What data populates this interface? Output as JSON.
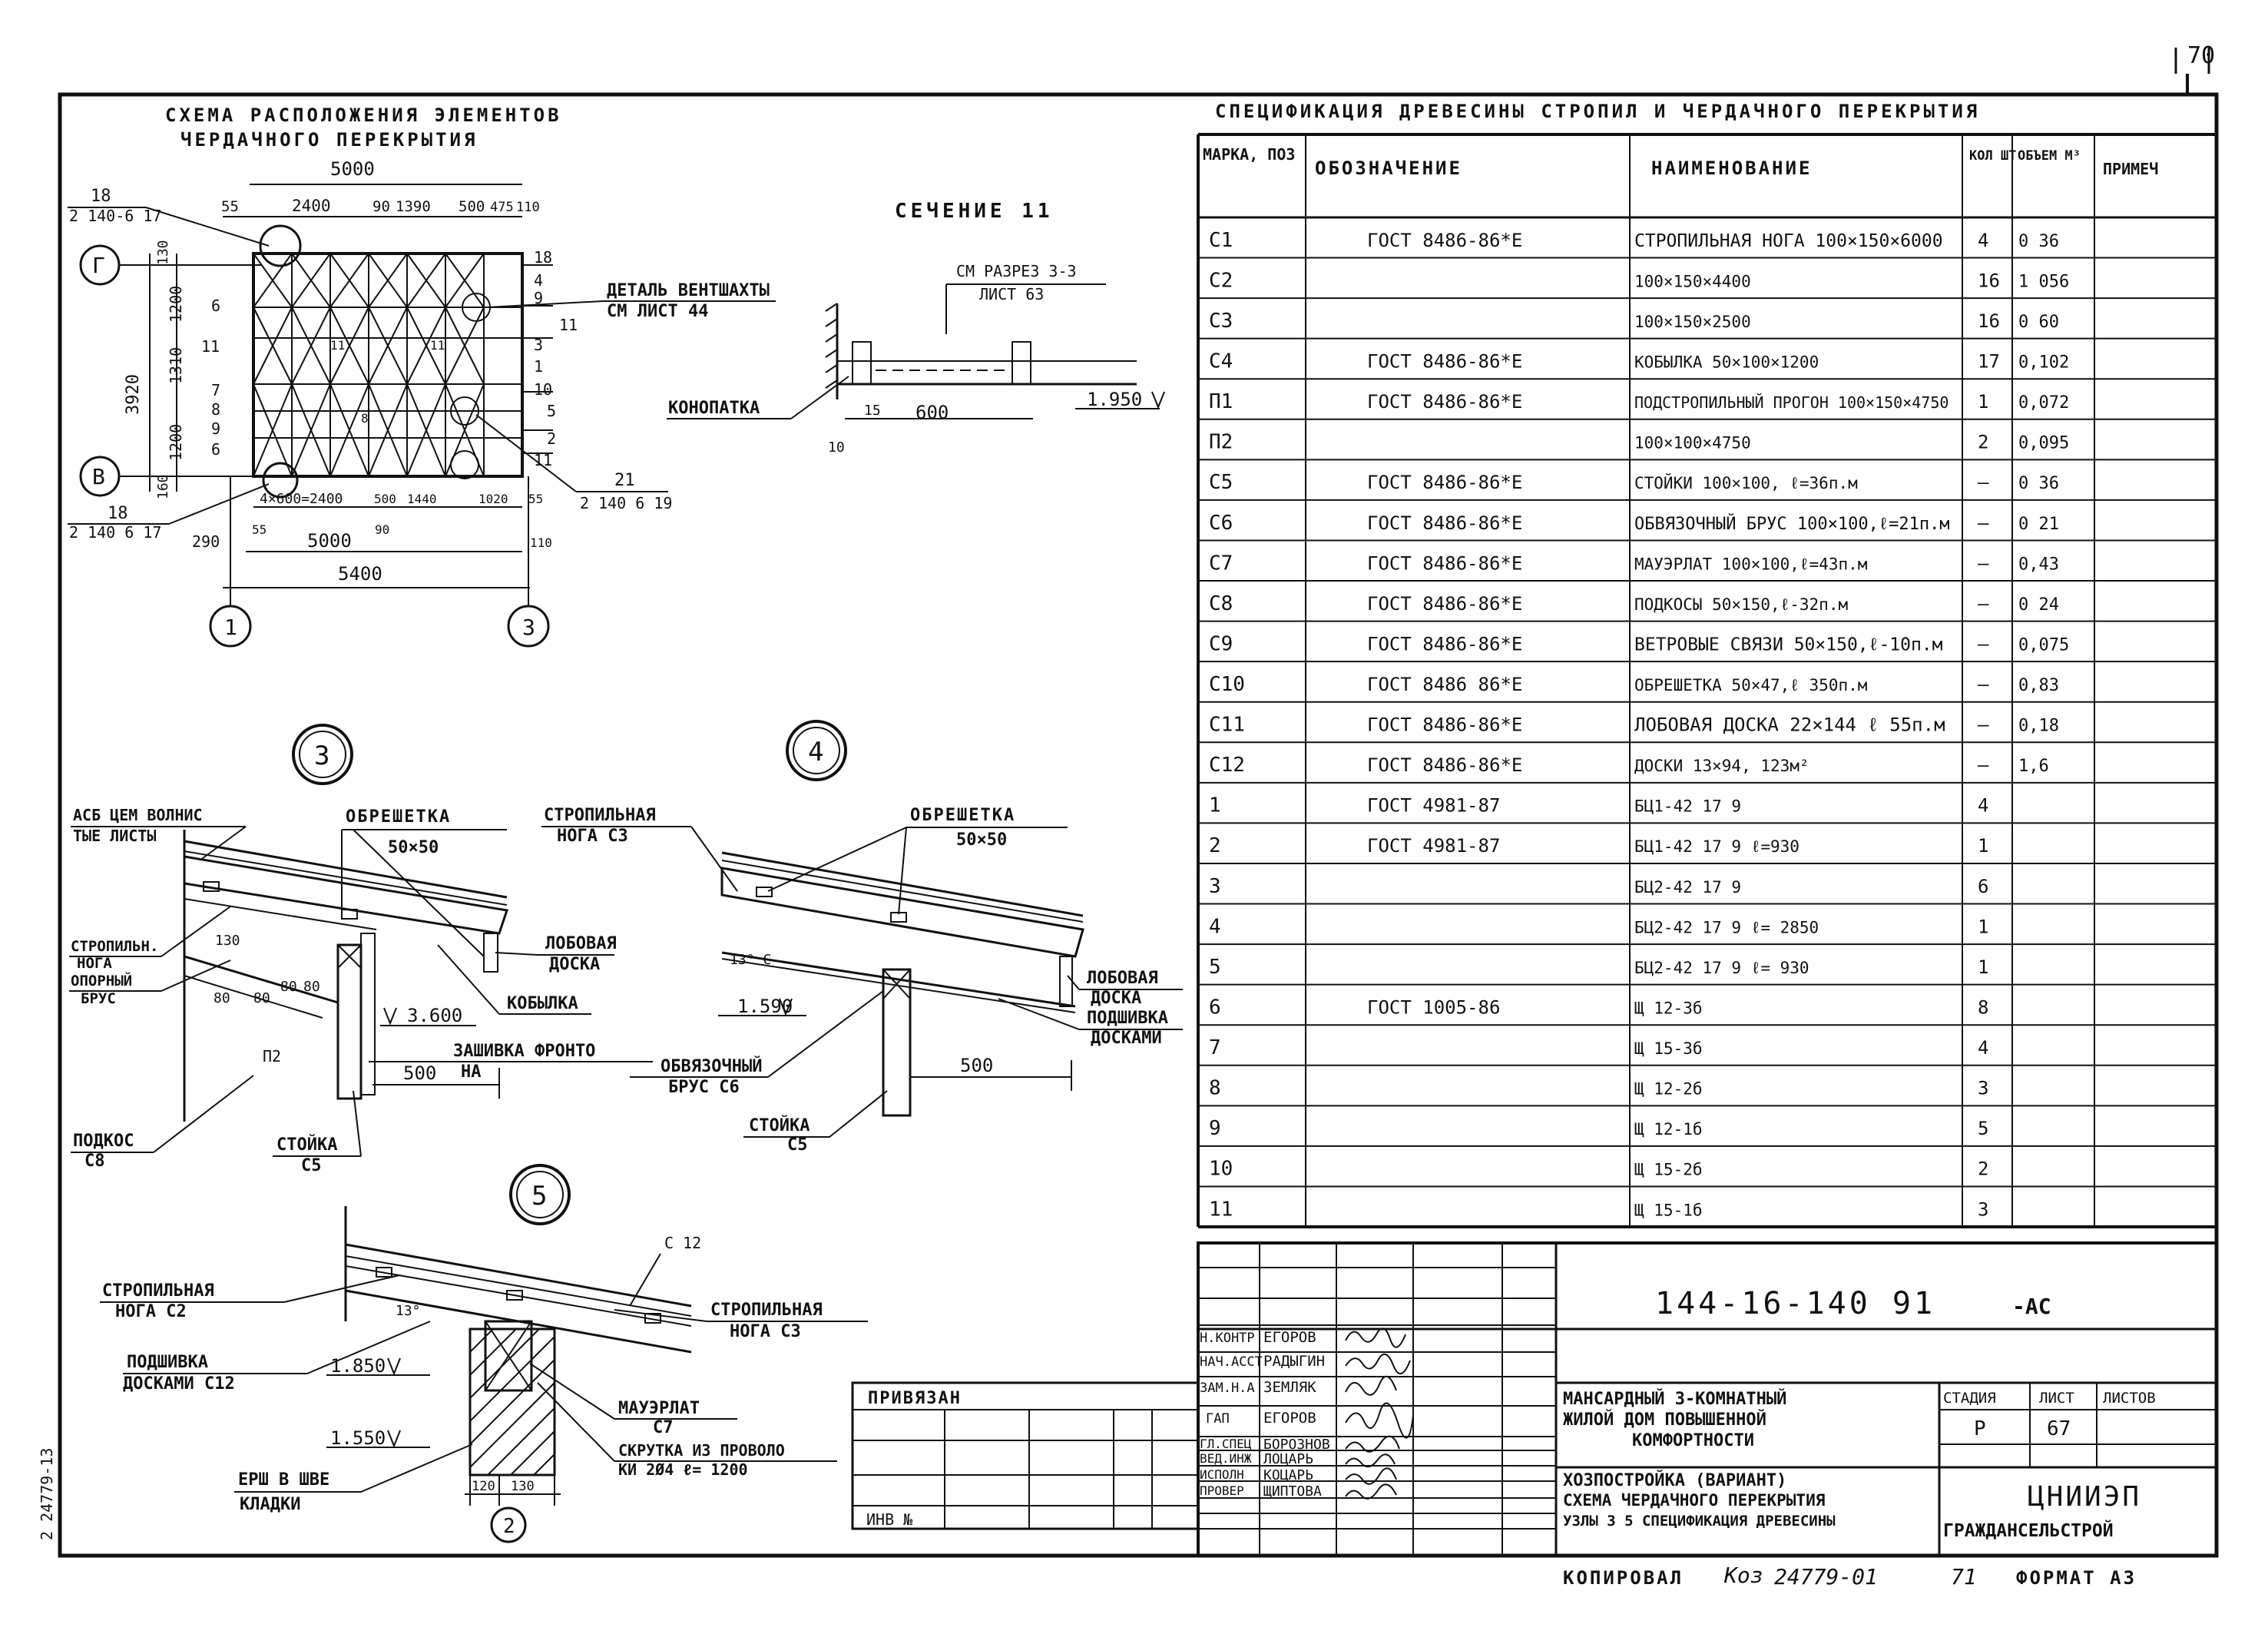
{
  "sheet_no": "70",
  "plan": {
    "title_line1": "СХЕМА РАСПОЛОЖЕНИЯ ЭЛЕМЕНТОВ",
    "title_line2": "ЧЕРДАЧНОГО ПЕРЕКРЫТИЯ",
    "dim_top": "5000",
    "dims_top_row": [
      "55",
      "2400",
      "90",
      "1390",
      "500",
      "475",
      "110"
    ],
    "dim_left_total": "3920",
    "dims_left": [
      "130",
      "1200",
      "1310",
      "1200",
      "160"
    ],
    "dims_bottom_row": [
      "4×600=2400",
      "500",
      "1440",
      "1020",
      "55"
    ],
    "dim_bottom_5000": "5000",
    "dim_bottom_5400": "5400",
    "dims_bottom_small": [
      "290",
      "55",
      "90",
      "110"
    ],
    "axis_G": "Г",
    "axis_V": "В",
    "axis_1": "1",
    "axis_3": "3",
    "callout_18_top": "18",
    "callout_18_top_ref": "2 140-6 17",
    "callout_18_bot": "18",
    "callout_18_bot_ref": "2 140 6 17",
    "callout_21": "21",
    "callout_21_ref": "2 140 6 19",
    "vent_detail_1": "ДЕТАЛЬ ВЕНТШАХТЫ",
    "vent_detail_2": "СМ ЛИСТ 44",
    "right_marks": [
      "18",
      "4",
      "9",
      "11",
      "3",
      "1",
      "10",
      "5",
      "2",
      "11"
    ],
    "left_marks": [
      "6",
      "11",
      "7",
      "8",
      "9",
      "6"
    ],
    "plan_marks_inner": [
      "11",
      "11",
      "8"
    ]
  },
  "section11": {
    "title": "СЕЧЕНИЕ 11",
    "ref1": "СМ РАЗРЕЗ 3-3",
    "ref2": "ЛИСТ 63",
    "label_konopatka": "КОНОПАТКА",
    "dim_15": "15",
    "dim_600": "600",
    "dim_10": "10",
    "level": "1.950"
  },
  "spec": {
    "title": "СПЕЦИФИКАЦИЯ ДРЕВЕСИНЫ СТРОПИЛ И ЧЕРДАЧНОГО ПЕРЕКРЫТИЯ",
    "headers": [
      "МАРКА, ПОЗ",
      "ОБОЗНАЧЕНИЕ",
      "НАИМЕНОВАНИЕ",
      "КОЛ ШТ",
      "ОБЪЕМ М³",
      "ПРИМЕЧ"
    ],
    "rows": [
      [
        "С1",
        "ГОСТ 8486-86*Е",
        "СТРОПИЛЬНАЯ НОГА 100×150×6000",
        "4",
        "0 36",
        ""
      ],
      [
        "С2",
        "",
        "100×150×4400",
        "16",
        "1 056",
        ""
      ],
      [
        "С3",
        "",
        "100×150×2500",
        "16",
        "0 60",
        ""
      ],
      [
        "С4",
        "ГОСТ 8486-86*Е",
        "КОБЫЛКА 50×100×1200",
        "17",
        "0,102",
        ""
      ],
      [
        "П1",
        "ГОСТ 8486-86*Е",
        "ПОДСТРОПИЛЬНЫЙ ПРОГОН 100×150×4750",
        "1",
        "0,072",
        ""
      ],
      [
        "П2",
        "",
        "100×100×4750",
        "2",
        "0,095",
        ""
      ],
      [
        "С5",
        "ГОСТ 8486-86*Е",
        "СТОЙКИ 100×100, ℓ=36п.м",
        "—",
        "0 36",
        ""
      ],
      [
        "С6",
        "ГОСТ 8486-86*Е",
        "ОБВЯЗОЧНЫЙ БРУС 100×100,ℓ=21п.м",
        "—",
        "0 21",
        ""
      ],
      [
        "С7",
        "ГОСТ 8486-86*Е",
        "МАУЭРЛАТ 100×100,ℓ=43п.м",
        "—",
        "0,43",
        ""
      ],
      [
        "С8",
        "ГОСТ 8486-86*Е",
        "ПОДКОСЫ 50×150,ℓ-32п.м",
        "—",
        "0 24",
        ""
      ],
      [
        "С9",
        "ГОСТ 8486-86*Е",
        "ВЕТРОВЫЕ СВЯЗИ 50×150,ℓ-10п.м",
        "—",
        "0,075",
        ""
      ],
      [
        "С10",
        "ГОСТ 8486 86*Е",
        "ОБРЕШЕТКА 50×47,ℓ 350п.м",
        "—",
        "0,83",
        ""
      ],
      [
        "С11",
        "ГОСТ 8486-86*Е",
        "ЛОБОВАЯ ДОСКА 22×144 ℓ 55п.м",
        "—",
        "0,18",
        ""
      ],
      [
        "С12",
        "ГОСТ 8486-86*Е",
        "ДОСКИ 13×94, 123м²",
        "—",
        "1,6",
        ""
      ],
      [
        "1",
        "ГОСТ 4981-87",
        "БЦ1-42 17 9",
        "4",
        "",
        ""
      ],
      [
        "2",
        "ГОСТ 4981-87",
        "БЦ1-42 17 9 ℓ=930",
        "1",
        "",
        ""
      ],
      [
        "3",
        "",
        "БЦ2-42 17 9",
        "6",
        "",
        ""
      ],
      [
        "4",
        "",
        "БЦ2-42 17 9 ℓ= 2850",
        "1",
        "",
        ""
      ],
      [
        "5",
        "",
        "БЦ2-42 17 9 ℓ= 930",
        "1",
        "",
        ""
      ],
      [
        "6",
        "ГОСТ 1005-86",
        "Щ 12-3б",
        "8",
        "",
        ""
      ],
      [
        "7",
        "",
        "Щ 15-3б",
        "4",
        "",
        ""
      ],
      [
        "8",
        "",
        "Щ 12-2б",
        "3",
        "",
        ""
      ],
      [
        "9",
        "",
        "Щ 12-1б",
        "5",
        "",
        ""
      ],
      [
        "10",
        "",
        "Щ 15-2б",
        "2",
        "",
        ""
      ],
      [
        "11",
        "",
        "Щ 15-1б",
        "3",
        "",
        ""
      ]
    ]
  },
  "node3": {
    "num": "3",
    "l_asb1": "АСБ ЦЕМ ВОЛНИС",
    "l_asb2": "ТЫЕ ЛИСТЫ",
    "l_obr": "ОБРЕШЕТКА",
    "l_obr_size": "50×50",
    "l_strop1": "СТРОПИЛЬН.",
    "l_strop2": "НОГА",
    "l_strop3": "ОПОРНЫЙ",
    "l_strop4": "БРУС",
    "l_lob1": "ЛОБОВАЯ",
    "l_lob2": "ДОСКА",
    "l_kob": "КОБЫЛКА",
    "lev": "3.600",
    "l_zash1": "ЗАШИВКА ФРОНТО",
    "l_zash2": "НА",
    "dims": [
      "130",
      "80",
      "80",
      "80",
      "80"
    ],
    "p2": "П2",
    "dim500": "500",
    "l_podkos1": "ПОДКОС",
    "l_podkos2": "С8",
    "l_stoika1": "СТОЙКА",
    "l_stoika2": "С5"
  },
  "node4": {
    "num": "4",
    "l_strop1": "СТРОПИЛЬНАЯ",
    "l_strop2": "НОГА С3",
    "l_obr": "ОБРЕШЕТКА",
    "l_obr_size": "50×50",
    "angle": "13° С",
    "lev": "1.590",
    "l_lob1": "ЛОБОВАЯ",
    "l_lob2": "ДОСКА",
    "l_lob3": "ПОДШИВКА",
    "l_lob4": "ДОСКАМИ",
    "l_obv1": "ОБВЯЗОЧНЫЙ",
    "l_obv2": "БРУС С6",
    "dim500": "500",
    "l_stoika1": "СТОЙКА",
    "l_stoika2": "С5"
  },
  "node5": {
    "num": "5",
    "c12": "С 12",
    "l_sl1": "СТРОПИЛЬНАЯ",
    "l_sl2": "НОГА С2",
    "l_sr1": "СТРОПИЛЬНАЯ",
    "l_sr2": "НОГА С3",
    "l_pod1": "ПОДШИВКА",
    "l_pod2": "ДОСКАМИ С12",
    "lev1": "1.850",
    "lev2": "1.550",
    "angle": "13°",
    "l_mau1": "МАУЭРЛАТ",
    "l_mau2": "С7",
    "l_skr1": "СКРУТКА ИЗ ПРОВОЛО",
    "l_skr2": "КИ 2Ø4 ℓ= 1200",
    "l_ersh1": "ЕРШ В ШВЕ",
    "l_ersh2": "КЛАДКИ",
    "dims": [
      "120",
      "130"
    ],
    "axis": "2"
  },
  "stamp": {
    "code": "144-16-140 91",
    "suffix": "-АС",
    "privyazan": "ПРИВЯЗАН",
    "inv": "ИНВ №",
    "roles": [
      "Н.КОНТР",
      "НАЧ.АССТ",
      "ЗАМ.Н.А",
      "ГАП",
      "ГЛ.СПЕЦ",
      "ВЕД.ИНЖ",
      "ИСПОЛН",
      "ПРОВЕР"
    ],
    "names": [
      "ЕГОРОВ",
      "РАДЫГИН",
      "ЗЕМЛЯК",
      "ЕГОРОВ",
      "БОРОЗНОВ",
      "ЛОЦАРЬ",
      "КОЦАРЬ",
      "ЩИПТОВА"
    ],
    "project1": "МАНСАРДНЫЙ 3-КОМНАТНЫЙ",
    "project2": "ЖИЛОЙ ДОМ ПОВЫШЕННОЙ",
    "project3": "КОМФОРТНОСТИ",
    "sheet_title1": "ХОЗПОСТРОЙКА (ВАРИАНТ)",
    "sheet_title2": "СХЕМА ЧЕРДАЧНОГО ПЕРЕКРЫТИЯ",
    "sheet_title3": "УЗЛЫ 3 5 СПЕЦИФИКАЦИЯ ДРЕВЕСИНЫ",
    "stage_h": "СТАДИЯ",
    "list_h": "ЛИСТ",
    "lists_h": "ЛИСТОВ",
    "stage": "Р",
    "list": "67",
    "org1": "ЦНИИЭП",
    "org2": "ГРАЖДАНСЕЛЬСТРОЙ",
    "copied": "КОПИРОВАЛ",
    "copied_sign": "Коз",
    "copied_num": "24779-01",
    "copied_n2": "71",
    "format": "ФОРМАТ А3",
    "margin_code": "2 24779-13"
  }
}
